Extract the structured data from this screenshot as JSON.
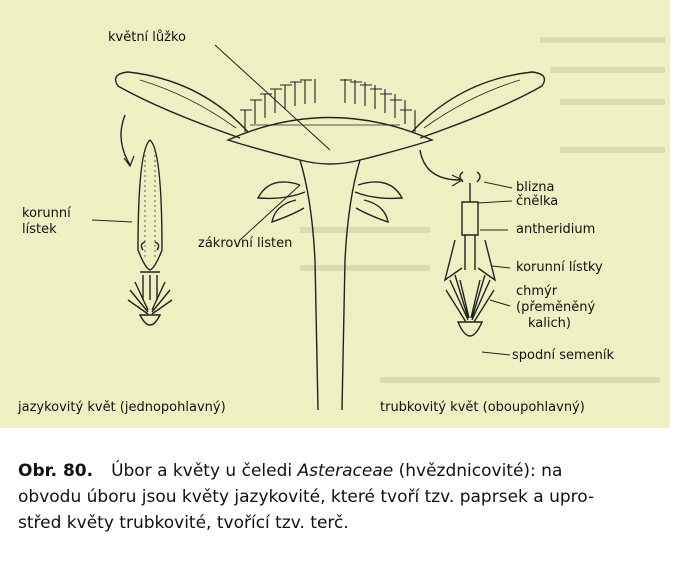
{
  "labels": {
    "receptacle": "květní lůžko",
    "petal_left": "korunní lístek",
    "petal_left_1": "korunní",
    "petal_left_2": "lístek",
    "bract": "zákrovní listen",
    "stigma": "blizna",
    "style": "čnělka",
    "antheridium": "antheridium",
    "petals_right": "korunní lístky",
    "pappus_1": "chmýr",
    "pappus_2": "(přeměněný",
    "pappus_3": "kalich)",
    "ovary": "spodní semeník",
    "ligulate": "jazykovitý květ (jednopohlavný)",
    "tubular": "trubkovitý květ (oboupohlavný)"
  },
  "caption": {
    "number": "Obr. 80.",
    "line1_a": "Úbor a květy u čeledi ",
    "line1_latin": "Asteraceae",
    "line1_b": " (hvězdnicovité): na",
    "line2": "obvodu úboru jsou květy jazykovité, které tvoří tzv. paprsek a upro-",
    "line3": "střed květy trubkovité, tvořící tzv. terč."
  },
  "colors": {
    "background_panel": "#eef0c2",
    "ink": "#222222"
  }
}
